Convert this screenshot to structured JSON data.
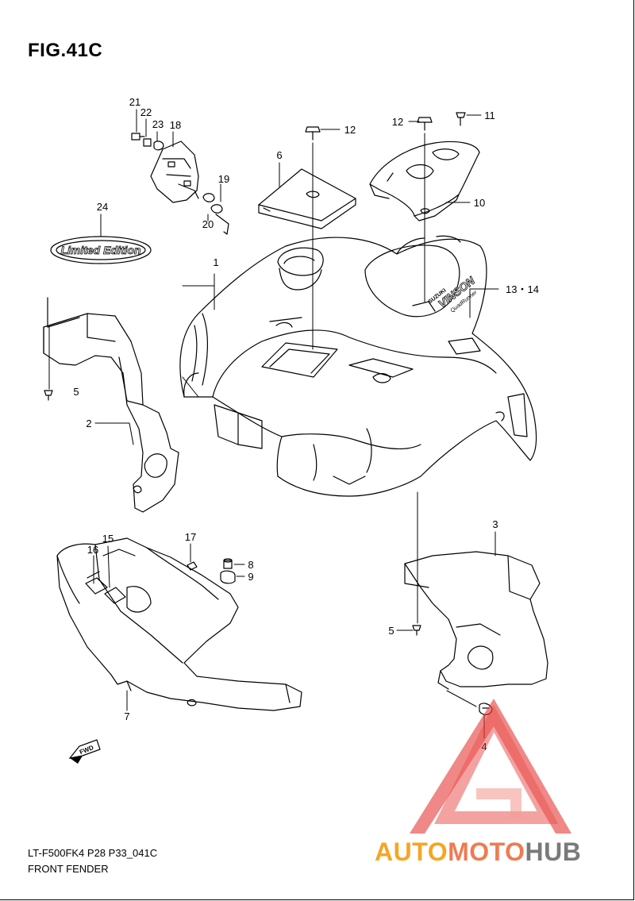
{
  "title": "FIG.41C",
  "footer": {
    "code": "LT-F500FK4 P28 P33_041C",
    "name": "FRONT FENDER"
  },
  "decal_24_text": "Limited Edition",
  "decal_13_text": "VINSON",
  "decal_13_sub": "QuadRunner",
  "decal_13_brand": "SUZUKI",
  "fwd_text": "FWD",
  "watermark": {
    "part1": "AUTO",
    "part2": "MOTO",
    "part3": "HUB",
    "colors": {
      "orange": "#f5a623",
      "coral": "#ee7c52",
      "grey": "#7a7a7a",
      "red": "#e53935"
    }
  },
  "callouts": {
    "c1": "1",
    "c2": "2",
    "c3": "3",
    "c4": "4",
    "c5a": "5",
    "c5b": "5",
    "c6": "6",
    "c7": "7",
    "c8": "8",
    "c9": "9",
    "c10": "10",
    "c11": "11",
    "c12a": "12",
    "c12b": "12",
    "c13": "13・14",
    "c15": "15",
    "c16": "16",
    "c17": "17",
    "c18": "18",
    "c19": "19",
    "c20": "20",
    "c21": "21",
    "c22": "22",
    "c23": "23",
    "c24": "24"
  }
}
